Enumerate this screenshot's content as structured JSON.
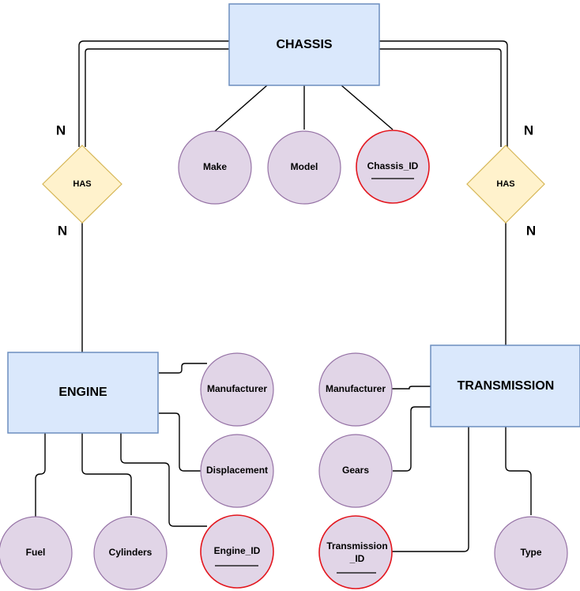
{
  "entities": {
    "chassis": "CHASSIS",
    "engine": "ENGINE",
    "transmission": "TRANSMISSION"
  },
  "relationships": {
    "left": "HAS",
    "right": "HAS"
  },
  "cardinalities": {
    "left_top": "N",
    "left_bottom": "N",
    "right_top": "N",
    "right_bottom": "N"
  },
  "chassis_attributes": {
    "make": "Make",
    "model": "Model",
    "id": "Chassis_ID"
  },
  "engine_attributes": {
    "manufacturer": "Manufacturer",
    "displacement": "Displacement",
    "fuel": "Fuel",
    "cylinders": "Cylinders",
    "id": "Engine_ID"
  },
  "transmission_attributes": {
    "manufacturer": "Manufacturer",
    "gears": "Gears",
    "id_line1": "Transmission",
    "id_line2": "_ID",
    "type": "Type"
  },
  "colors": {
    "entity_fill": "#dae8fc",
    "entity_stroke": "#6c8ebf",
    "attribute_fill": "#e1d5e7",
    "attribute_stroke": "#9673a6",
    "key_stroke": "#e3161e",
    "relationship_fill": "#fff2cc",
    "relationship_stroke": "#d6b656"
  }
}
